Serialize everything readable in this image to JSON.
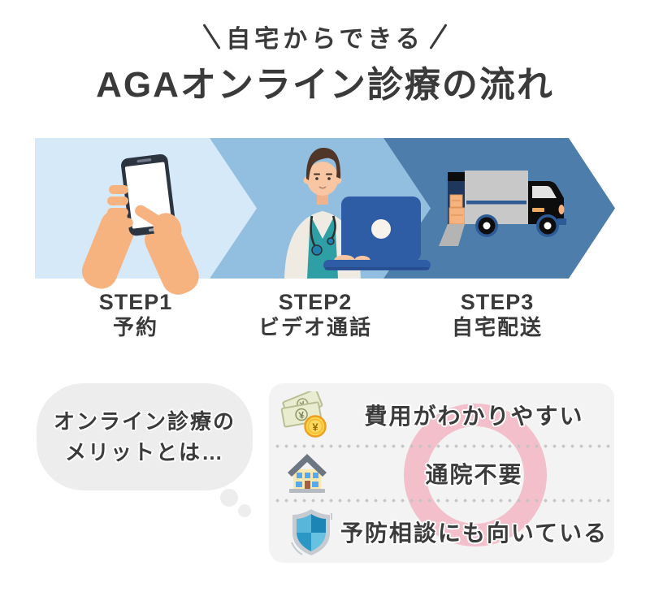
{
  "header": {
    "tagline": "自宅からできる",
    "title": "AGAオンライン診療の流れ"
  },
  "steps": [
    {
      "step_label": "STEP1",
      "name": "予約",
      "icon": "smartphone-booking-illustration"
    },
    {
      "step_label": "STEP2",
      "name": "ビデオ通話",
      "icon": "doctor-video-call-illustration"
    },
    {
      "step_label": "STEP3",
      "name": "自宅配送",
      "icon": "delivery-truck-illustration"
    }
  ],
  "merit_bubble": {
    "line1": "オンライン診療の",
    "line2": "メリットとは…"
  },
  "merits": [
    {
      "icon": "money-icon",
      "text": "費用がわかりやすい"
    },
    {
      "icon": "house-icon",
      "text": "通院不要"
    },
    {
      "icon": "shield-icon",
      "text": "予防相談にも向いている"
    }
  ],
  "colors": {
    "band1": "#d5e9f9",
    "band2": "#92bfe0",
    "band3": "#4d7dab",
    "heading_text": "#3a3a3a",
    "body_text": "#3b3b3b",
    "ring_pink": "#f2bfcb",
    "panel_gray": "#f3f3f3",
    "bubble_gray": "#ededed"
  }
}
